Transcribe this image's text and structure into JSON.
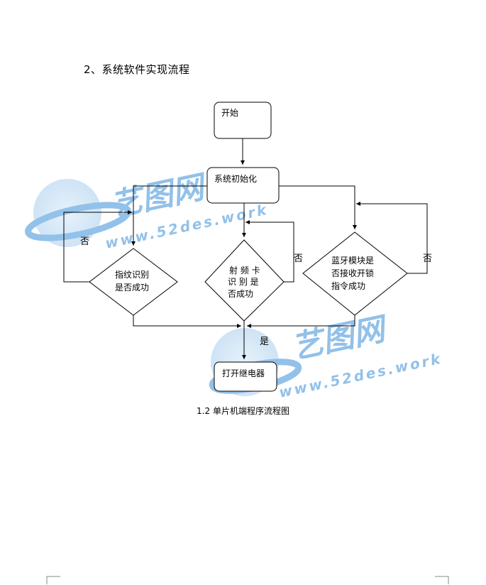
{
  "heading": "2、系统软件实现流程",
  "caption": "1.2 单片机端程序流程图",
  "nodes": {
    "start": "开始",
    "init": "系统初始化",
    "fingerprint": [
      "指纹识别",
      "是否成功"
    ],
    "rfid": [
      "射 频 卡",
      "识 别 是",
      "否成功"
    ],
    "bluetooth": [
      "蓝牙模块是",
      "否接收开锁",
      "指令成功"
    ],
    "relay": "打开继电器"
  },
  "edge_labels": {
    "no": "否",
    "yes": "是"
  },
  "watermark": {
    "brand": "艺图网",
    "url": "www.52des.work",
    "color": "#3a8fd8"
  },
  "colors": {
    "line": "#000000",
    "node_fill": "#ffffff"
  }
}
